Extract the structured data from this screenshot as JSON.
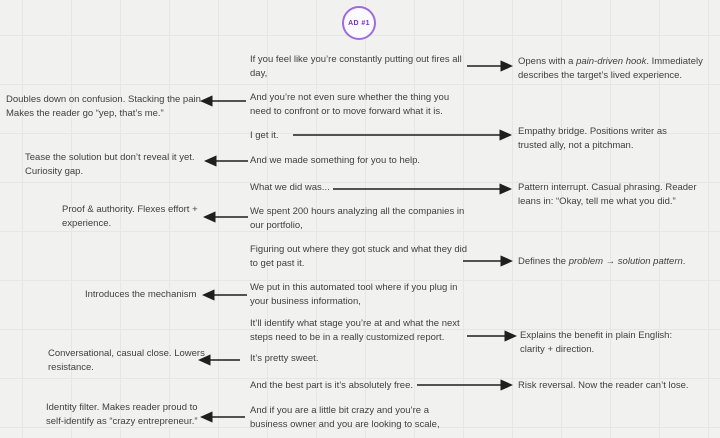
{
  "badge": {
    "label": "AD #1"
  },
  "colors": {
    "background": "#f1f1ef",
    "grid": "#e6e6e3",
    "text": "#3f3f3f",
    "arrow": "#1f1f1f",
    "badge_border": "#a06be0",
    "badge_text": "#7a2fd0"
  },
  "ad_copy": {
    "lines": [
      {
        "text": "If you feel like you’re constantly putting out fires all day,"
      },
      {
        "text": "And you’re not even sure whether the thing you need to confront or to move forward what it is."
      },
      {
        "text": "I get it."
      },
      {
        "text": "And we made something for you to help."
      },
      {
        "text": "What we did was..."
      },
      {
        "text": "We spent 200 hours analyzing all the companies in our portfolio,"
      },
      {
        "text": "Figuring out where they got stuck and what they did to get past it."
      },
      {
        "text": "We put in this automated tool where if you plug in your business information,"
      },
      {
        "text": "It’ll identify what stage you’re at and what the next steps need to be in a really customized report."
      },
      {
        "text": "It’s pretty sweet."
      },
      {
        "text": "And the best part is it’s absolutely free."
      },
      {
        "text": "And if you are a little bit crazy and you’re a business owner and you are looking to scale,"
      }
    ]
  },
  "left_annotations": [
    {
      "text": "Doubles down on confusion. Stacking the pain. Makes the reader go “yep, that’s me.”"
    },
    {
      "text": "Tease the solution but don’t reveal it yet. Curiosity gap."
    },
    {
      "text": "Proof & authority. Flexes effort + experience."
    },
    {
      "text": "Introduces the mechanism"
    },
    {
      "text": "Conversational, casual close. Lowers resistance."
    },
    {
      "text": "Identity filter. Makes reader proud to self-identify as “crazy entrepreneur.”"
    }
  ],
  "right_annotations": [
    {
      "pre": "Opens with a ",
      "italic": "pain-driven hook",
      "post": ". Immediately describes the target’s lived experience."
    },
    {
      "text": "Empathy bridge. Positions writer as trusted ally, not a pitchman."
    },
    {
      "text": "Pattern interrupt. Casual phrasing. Reader leans in: “Okay, tell me what you did.”"
    },
    {
      "pre": "Defines the ",
      "italic": "problem → solution pattern",
      "post": "."
    },
    {
      "text": "Explains the benefit in plain English: clarity + direction."
    },
    {
      "text": "Risk reversal. Now the reader can’t lose."
    }
  ]
}
